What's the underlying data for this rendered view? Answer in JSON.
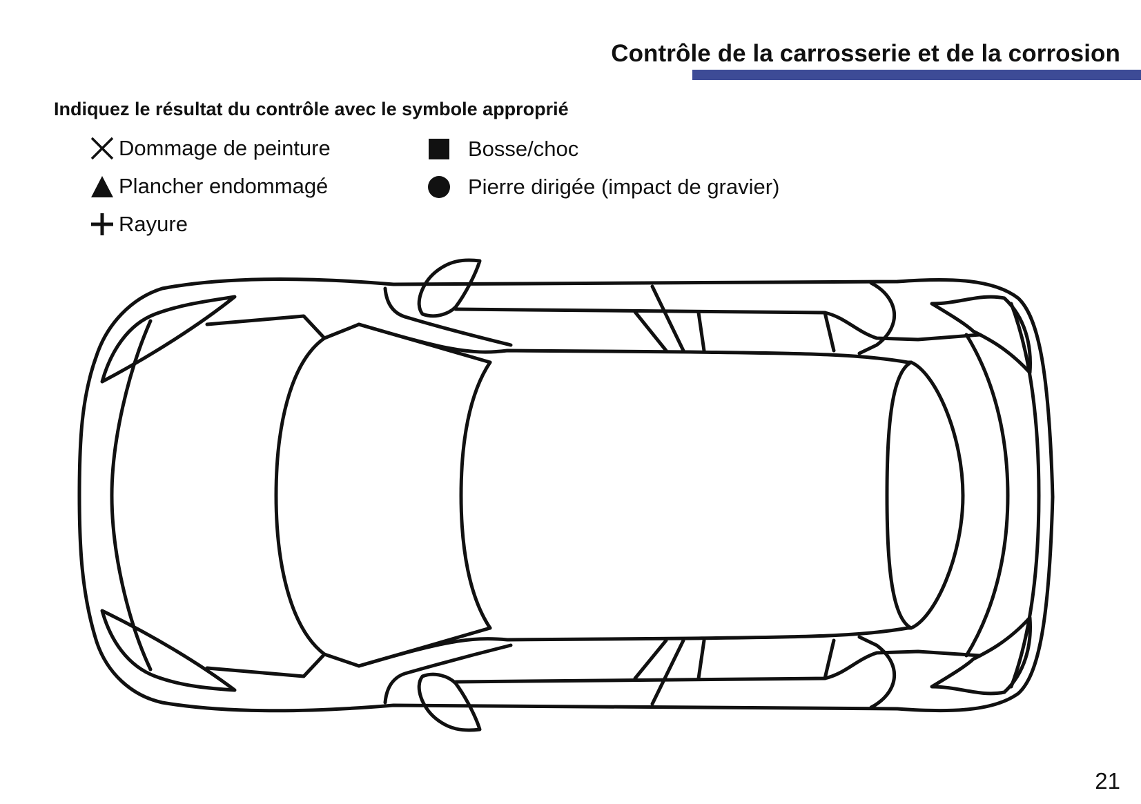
{
  "header": {
    "title": "Contrôle de la carrosserie et de la corrosion",
    "accent_color": "#3d4b96"
  },
  "instruction": "Indiquez le résultat du contrôle avec le symbole approprié",
  "legend": {
    "paint_damage": {
      "icon": "cross-icon",
      "label": "Dommage de peinture"
    },
    "floor_damage": {
      "icon": "triangle-icon",
      "label": "Plancher endommagé"
    },
    "scratch": {
      "icon": "plus-icon",
      "label": "Rayure"
    },
    "dent": {
      "icon": "square-icon",
      "label": "Bosse/choc"
    },
    "stone_chip": {
      "icon": "circle-icon",
      "label": "Pierre dirigée (impact de gravier)"
    }
  },
  "page_number": "21"
}
